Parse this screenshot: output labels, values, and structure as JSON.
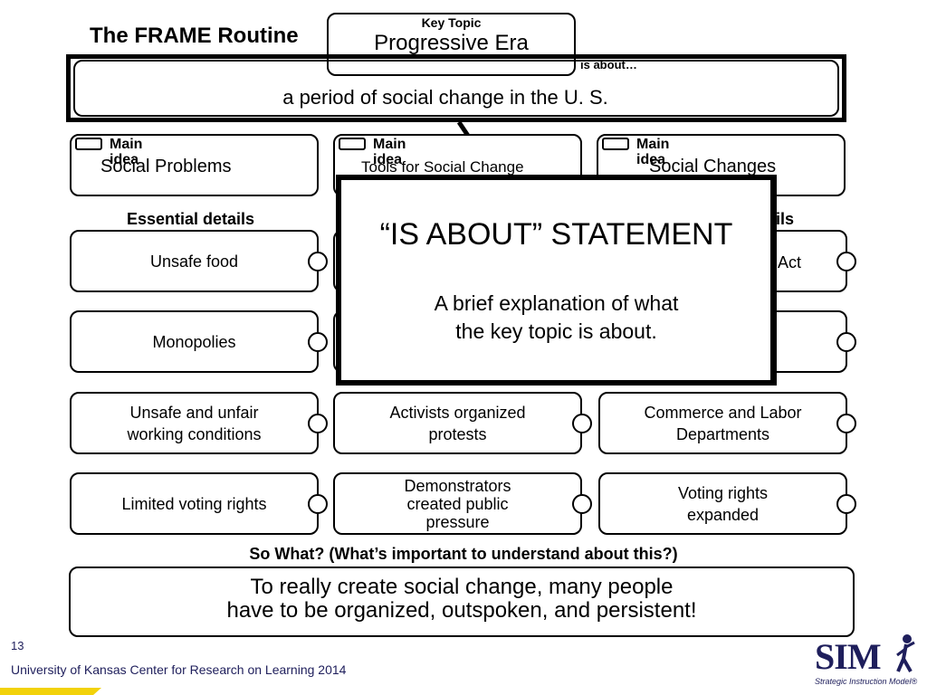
{
  "title": "The FRAME Routine",
  "key_topic": {
    "label": "Key Topic",
    "value": "Progressive Era"
  },
  "is_about": {
    "label": "is about…",
    "text": "a period of social change in the U. S."
  },
  "main_ideas": [
    {
      "label": "Main idea",
      "title": "Social Problems"
    },
    {
      "label": "Main idea",
      "title": "Tools for Social Change"
    },
    {
      "label": "Main idea",
      "title": "Social Changes"
    }
  ],
  "essential_details_label": "Essential details",
  "essential_details_label_partial": "ils",
  "details": {
    "col1": [
      "Unsafe food",
      "Monopolies",
      "Unsafe and unfair working conditions",
      "Limited voting rights"
    ],
    "col2": [
      "Activists organized protests",
      "Demonstrators created public pressure"
    ],
    "col3": [
      "Act",
      "Commerce and Labor Departments",
      "Voting rights expanded"
    ]
  },
  "overlay": {
    "title": "“IS ABOUT” STATEMENT",
    "line1": "A brief explanation of what",
    "line2": "the key topic is about."
  },
  "so_what": {
    "question": "So What? (What’s important to understand about this?)",
    "line1": "To really create social change, many people",
    "line2": "have to be organized, outspoken, and persistent!"
  },
  "page_number": "13",
  "footer": "University of Kansas Center for Research on Learning  2014",
  "logo": {
    "text": "SIM",
    "subtitle": "Strategic Instruction Model®"
  },
  "colors": {
    "footer_text": "#1f1f5c",
    "accent_bar": "#f2d20a"
  }
}
